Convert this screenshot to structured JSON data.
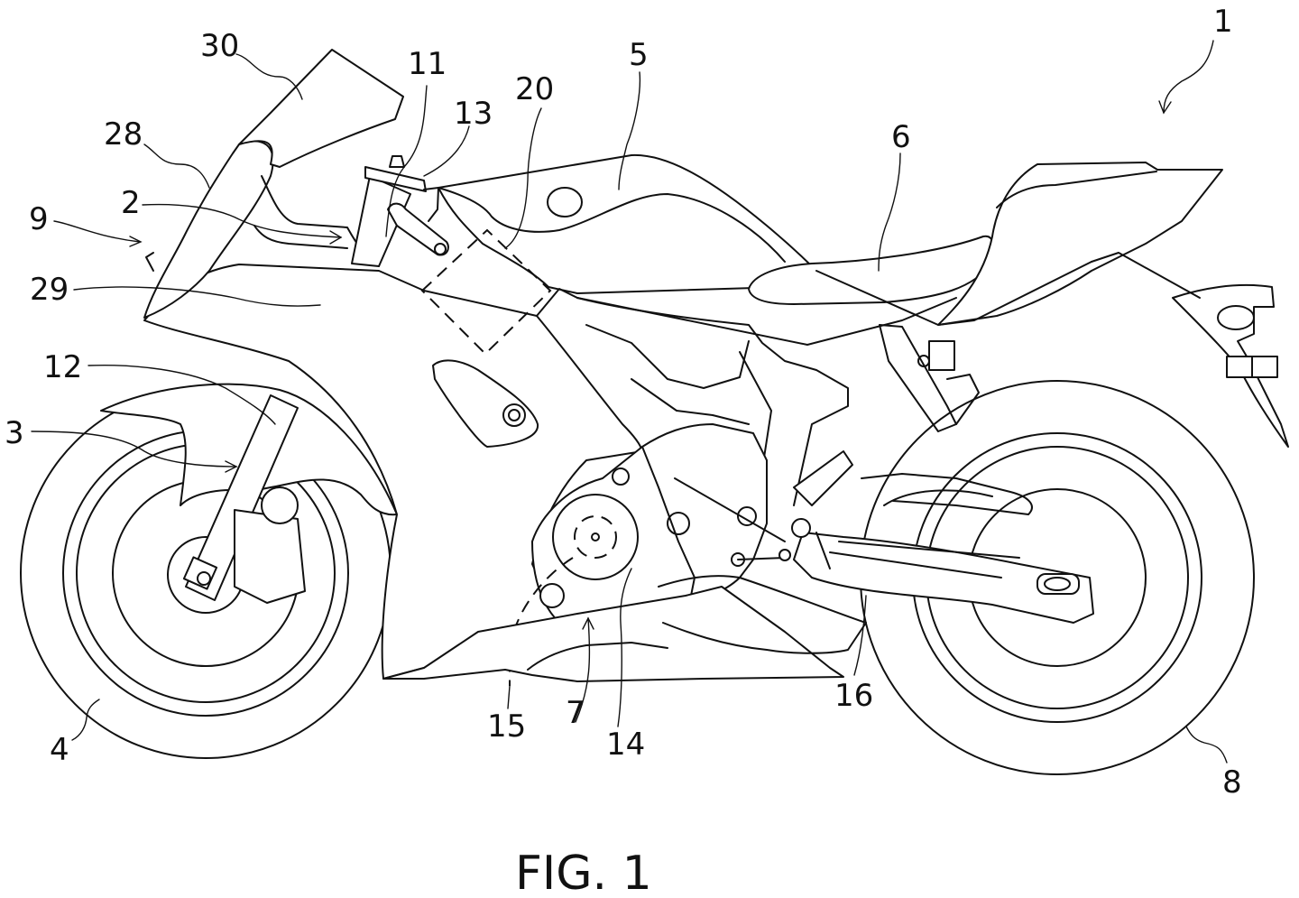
{
  "figure": {
    "caption": "FIG. 1",
    "subject": "motorcycle side view (patent drawing)"
  },
  "reference_labels": {
    "motorcycle": "1",
    "frame": "2",
    "front_fork": "3",
    "front_wheel": "4",
    "fuel_tank": "5",
    "seat": "6",
    "engine": "7",
    "rear_wheel": "8",
    "front_cowl": "9",
    "steering_shaft": "11",
    "front_fender": "12",
    "handlebar": "13",
    "generator_cover": "14",
    "generator": "15",
    "swing_arm": "16",
    "controller_box": "20",
    "upper_cowl": "28",
    "side_cowl": "29",
    "windscreen": "30"
  }
}
